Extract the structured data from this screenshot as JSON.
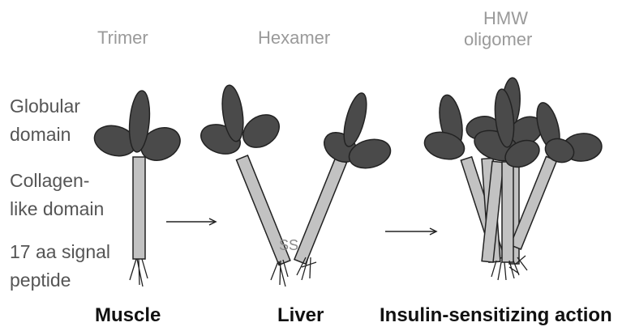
{
  "stages": {
    "trimer": "Trimer",
    "hexamer": "Hexamer",
    "hmw_line1": "HMW",
    "hmw_line2": "oligomer"
  },
  "domain_labels": {
    "globular_1": "Globular",
    "globular_2": "domain",
    "collagen_1": "Collagen-",
    "collagen_2": "like domain",
    "signal_1": "17 aa signal",
    "signal_2": "peptide"
  },
  "disulfide_label": "SS",
  "tissues": {
    "muscle": "Muscle",
    "liver": "Liver",
    "insulin": "Insulin-sensitizing action"
  },
  "colors": {
    "globular_head": "#4a4a4a",
    "collagen_stalk": "#c2c2c2",
    "stage_label": "#9a9a9a"
  }
}
